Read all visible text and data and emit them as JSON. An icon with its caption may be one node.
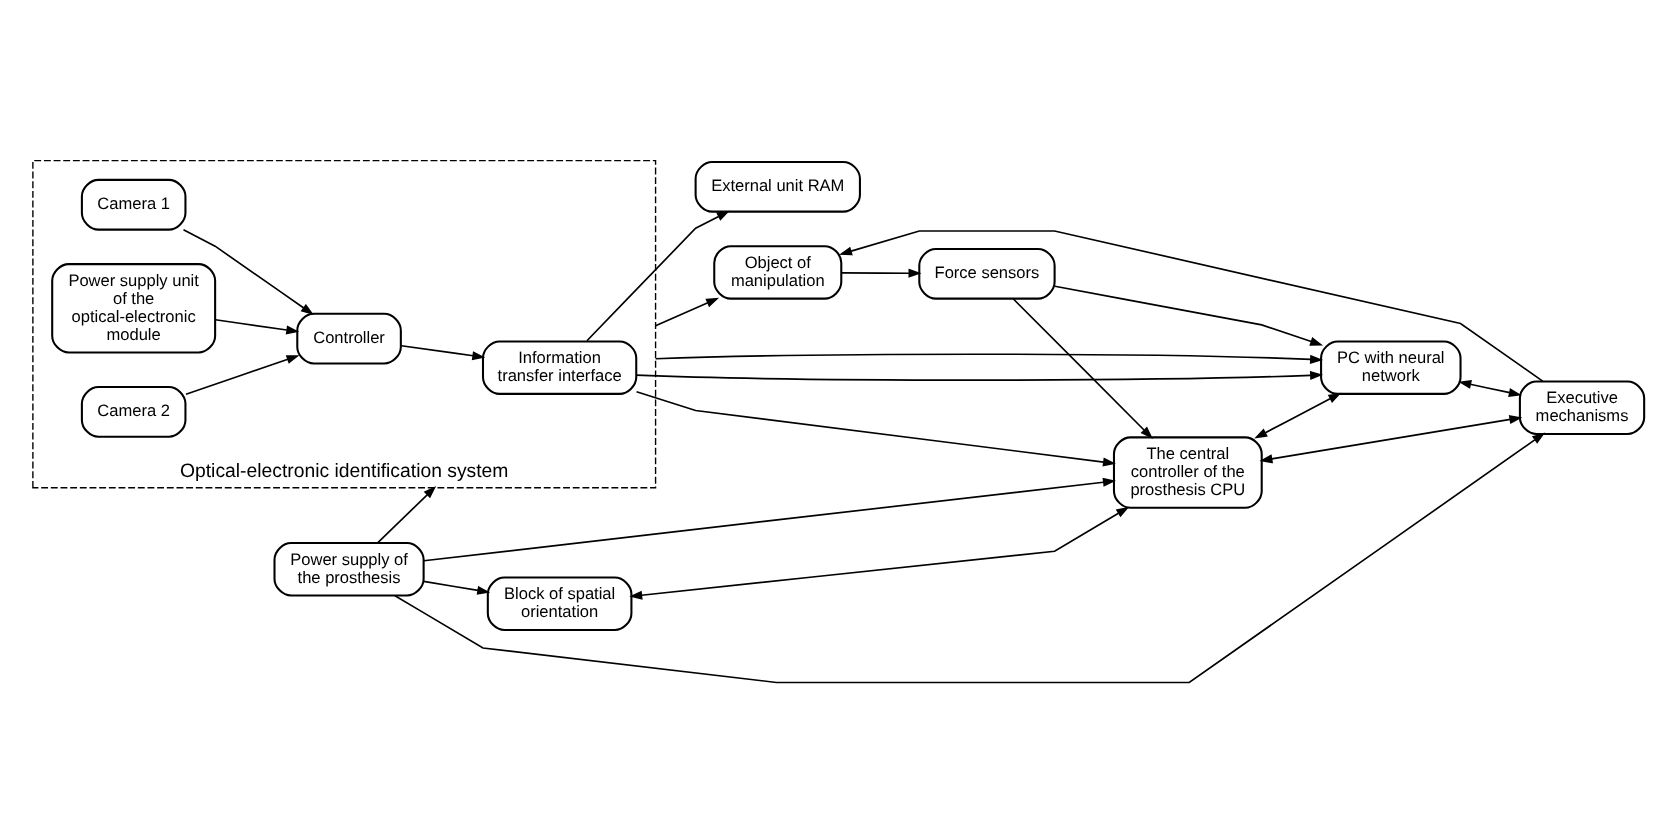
{
  "diagram": {
    "nodes": [
      {
        "text": [
          "Optical-electronic identification system"
        ]
      },
      {
        "text": [
          "Camera 1"
        ],
        "in": 0
      },
      {
        "text": [
          "Power supply unit of the optical-electronic module"
        ],
        "in": 0
      },
      {
        "text": [
          "Controller"
        ],
        "in": 0
      },
      {
        "text": [
          "Camera 2"
        ],
        "in": 0
      },
      {
        "text": [
          "Information transfer interface"
        ],
        "in": 0
      },
      {
        "text": [
          "Force sensors"
        ]
      },
      {
        "text": [
          "Object of manipulation"
        ]
      },
      {
        "text": [
          "Power supply of the prosthesis"
        ]
      },
      {
        "text": [
          "Block of spatial orientation"
        ]
      },
      {
        "text": [
          "External unit RAM"
        ]
      },
      {
        "text": [
          "The central controller of the prosthesis CPU"
        ]
      },
      {
        "text": [
          "PC with neural network"
        ]
      },
      {
        "text": [
          "Executive mechanisms"
        ]
      }
    ],
    "edges": [
      {
        "from": 1,
        "to": 3,
        "arrow": "to"
      },
      {
        "from": 4,
        "to": 3,
        "arrow": "to"
      },
      {
        "from": 2,
        "to": 3,
        "arrow": "to"
      },
      {
        "from": 3,
        "to": 5,
        "arrow": "to"
      },
      {
        "from": 0,
        "to": 7,
        "arrow": "to"
      },
      {
        "from": 7,
        "to": 6,
        "arrow": "to"
      },
      {
        "from": 8,
        "to": 0,
        "arrow": "to"
      },
      {
        "from": 8,
        "to": 9,
        "arrow": "to"
      },
      {
        "from": 8,
        "to": 11,
        "arrow": "to"
      },
      {
        "from": 9,
        "to": 11,
        "arrow": "both"
      },
      {
        "from": 5,
        "to": 11,
        "arrow": "to"
      },
      {
        "from": 5,
        "to": 10,
        "arrow": "to"
      },
      {
        "from": 5,
        "to": 12,
        "arrow": "to"
      },
      {
        "from": 11,
        "to": 12,
        "arrow": "both"
      },
      {
        "from": 11,
        "to": 13,
        "arrow": "both"
      },
      {
        "from": 12,
        "to": 13,
        "arrow": "both"
      },
      {
        "from": 0,
        "to": 12,
        "arrow": "to"
      },
      {
        "from": 6,
        "to": 12,
        "arrow": "to"
      },
      {
        "from": 6,
        "to": 11,
        "arrow": "to"
      },
      {
        "from": 8,
        "to": 13,
        "arrow": "to"
      },
      {
        "from": 13,
        "to": 7,
        "arrow": "to"
      }
    ]
  }
}
